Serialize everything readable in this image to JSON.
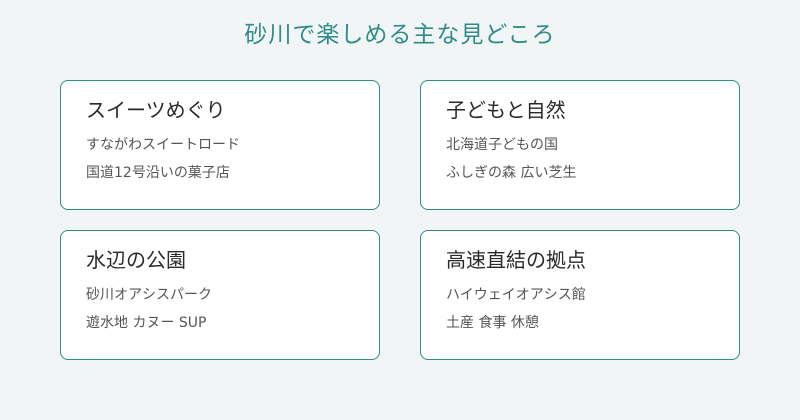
{
  "header": {
    "title": "砂川で楽しめる主な見どころ"
  },
  "cards": [
    {
      "title": "スイーツめぐり",
      "lines": [
        "すながわスイートロード",
        "国道12号沿いの菓子店"
      ]
    },
    {
      "title": "子どもと自然",
      "lines": [
        "北海道子どもの国",
        "ふしぎの森 広い芝生"
      ]
    },
    {
      "title": "水辺の公園",
      "lines": [
        "砂川オアシスパーク",
        "遊水地 カヌー SUP"
      ]
    },
    {
      "title": "高速直結の拠点",
      "lines": [
        "ハイウェイオアシス館",
        "土産 食事 休憩"
      ]
    }
  ],
  "colors": {
    "accent": "#2f8c86",
    "background": "#f1f5f6",
    "card_background": "#ffffff",
    "card_title": "#2a2a2a",
    "card_text": "#555555"
  }
}
